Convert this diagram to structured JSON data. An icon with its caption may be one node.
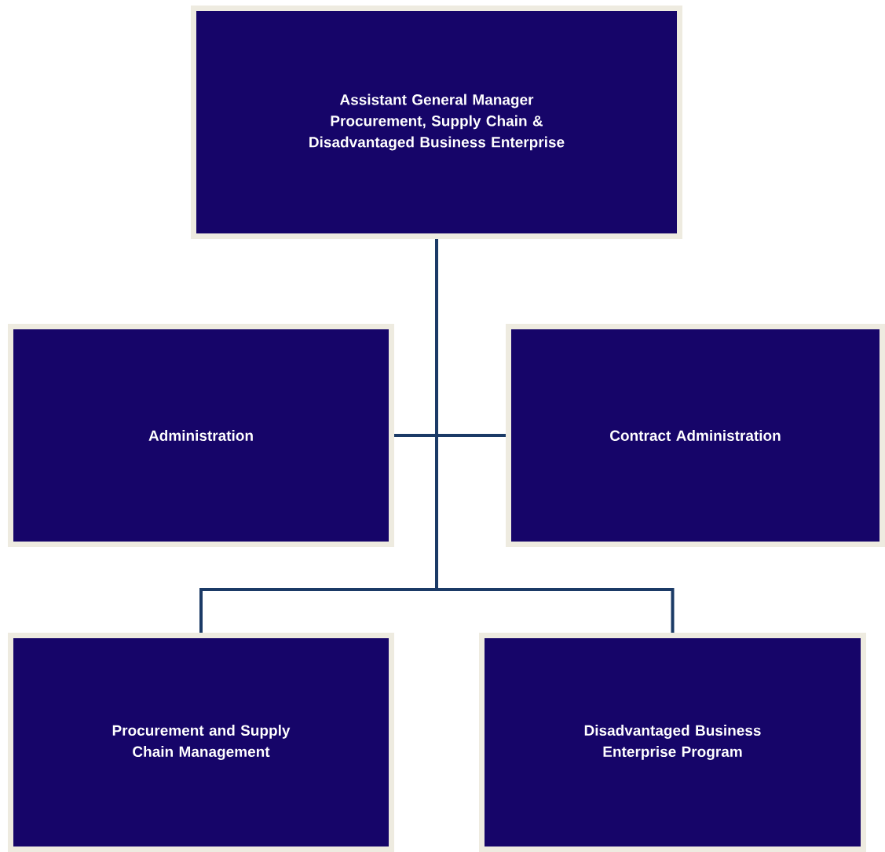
{
  "diagram": {
    "nodes": [
      {
        "text": [
          "Assistant General Manager",
          "Procurement, Supply Chain & Disadvantaged Business Enterprise"
        ]
      },
      {
        "text": [
          "Administration"
        ]
      },
      {
        "text": [
          "Contract Administration"
        ]
      },
      {
        "text": [
          "Procurement and Supply Chain Management"
        ]
      },
      {
        "text": [
          "Disadvantaged Business Enterprise Program"
        ]
      }
    ],
    "edges": [
      {
        "from": 0,
        "to": 1,
        "arrow": "none"
      },
      {
        "from": 0,
        "to": 2,
        "arrow": "none"
      },
      {
        "from": 0,
        "to": 3,
        "arrow": "none"
      },
      {
        "from": 0,
        "to": 4,
        "arrow": "none"
      }
    ]
  }
}
